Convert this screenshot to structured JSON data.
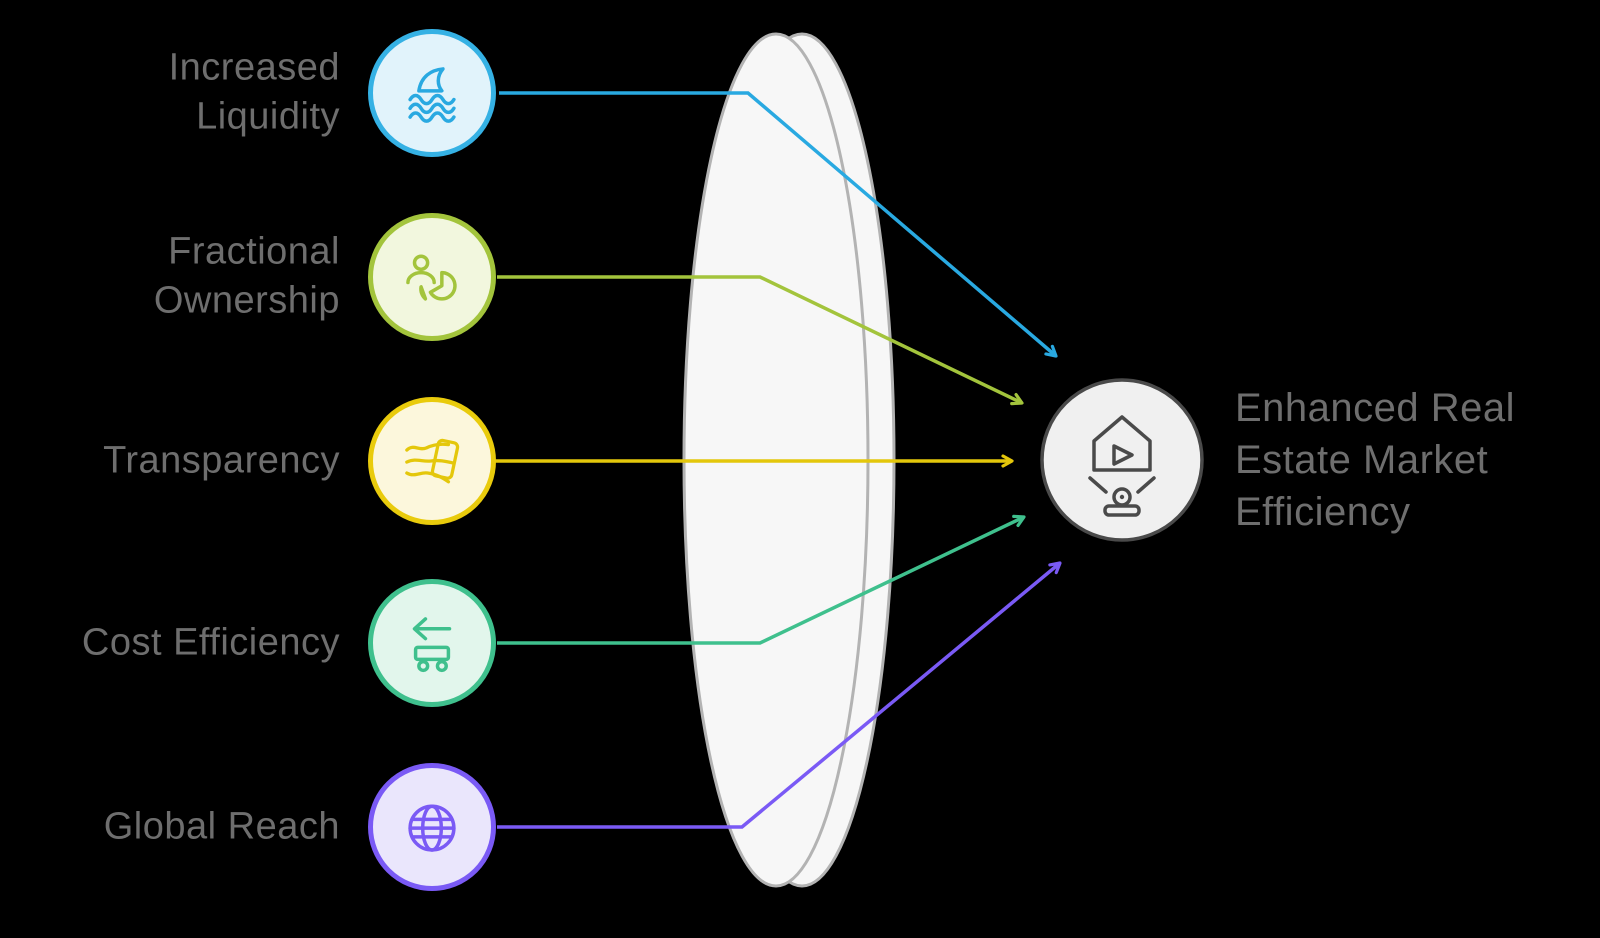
{
  "items": [
    {
      "label": "Increased Liquidity",
      "icon": "shark-fin-waves-icon",
      "color": "#29a9e1",
      "circle_fill": "#e1f3fb"
    },
    {
      "label": "Fractional Ownership",
      "icon": "person-pie-chart-icon",
      "color": "#a3c43c",
      "circle_fill": "#f2f7de"
    },
    {
      "label": "Transparency",
      "icon": "card-wind-lines-icon",
      "color": "#e4c70b",
      "circle_fill": "#fcf7dc"
    },
    {
      "label": "Cost Efficiency",
      "icon": "return-arrow-conveyor-icon",
      "color": "#3fc08d",
      "circle_fill": "#e2f6ec"
    },
    {
      "label": "Global Reach",
      "icon": "globe-icon",
      "color": "#7a5af5",
      "circle_fill": "#eae6fc"
    }
  ],
  "lens": {
    "fill": "#f7f7f7",
    "stroke": "#b3b3b3"
  },
  "result": {
    "label": "Enhanced Real Estate Market Efficiency",
    "lines": [
      "Enhanced Real",
      "Estate Market",
      "Efficiency"
    ],
    "icon": "hologram-house-projector-icon",
    "stroke": "#4a4a4a",
    "circle_fill": "#f0f0f0"
  },
  "text_color": "#6e6e6e",
  "background_color": "#000000"
}
